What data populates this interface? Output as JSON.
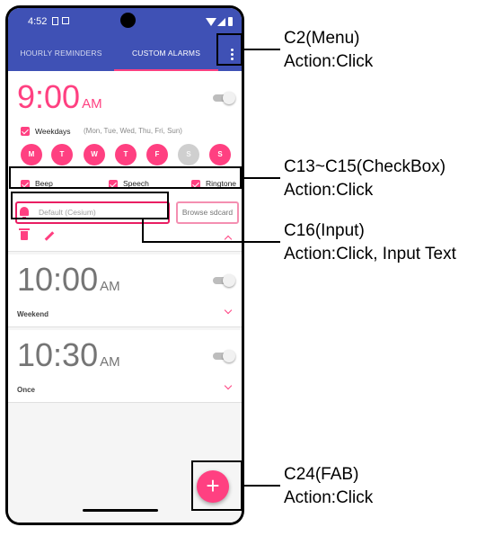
{
  "status_bar": {
    "time": "4:52"
  },
  "tabs": [
    {
      "label": "HOURLY REMINDERS",
      "selected": false
    },
    {
      "label": "CUSTOM ALARMS",
      "selected": true
    }
  ],
  "alarms": [
    {
      "time": "9:00",
      "ampm": "AM",
      "enabled": false,
      "weekdays_label": "Weekdays",
      "weekdays_detail": "(Mon, Tue, Wed, Thu, Fri, Sun)",
      "days": [
        {
          "letter": "M",
          "on": true
        },
        {
          "letter": "T",
          "on": true
        },
        {
          "letter": "W",
          "on": true
        },
        {
          "letter": "T",
          "on": true
        },
        {
          "letter": "F",
          "on": true
        },
        {
          "letter": "S",
          "on": false
        },
        {
          "letter": "S",
          "on": true
        }
      ],
      "options": [
        {
          "label": "Beep",
          "checked": true
        },
        {
          "label": "Speech",
          "checked": true
        },
        {
          "label": "Ringtone",
          "checked": true
        }
      ],
      "ringtone_value": "Default (Cesium)",
      "browse_label": "Browse sdcard"
    },
    {
      "time": "10:00",
      "ampm": "AM",
      "enabled": false,
      "repeat": "Weekend"
    },
    {
      "time": "10:30",
      "ampm": "AM",
      "enabled": false,
      "repeat": "Once"
    }
  ],
  "fab": {
    "symbol": "+"
  },
  "annotations": [
    {
      "title": "C2(Menu)",
      "action": "Action:Click"
    },
    {
      "title": "C13~C15(CheckBox)",
      "action": "Action:Click"
    },
    {
      "title": "C16(Input)",
      "action": "Action:Click, Input Text"
    },
    {
      "title": "C24(FAB)",
      "action": "Action:Click"
    }
  ],
  "colors": {
    "primary": "#3f51b5",
    "accent": "#ff4081",
    "day_off": "#cfcfcf"
  }
}
